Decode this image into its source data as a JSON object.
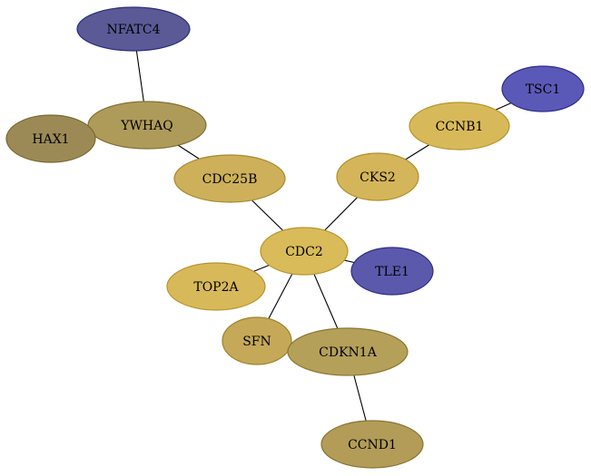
{
  "nodes": [
    {
      "id": "NFATC4",
      "label": "NFATC4",
      "fill": "#5b5a97",
      "stroke": "#2c2c78"
    },
    {
      "id": "YWHAQ",
      "label": "YWHAQ",
      "fill": "#ae9b5a",
      "stroke": "#857030"
    },
    {
      "id": "HAX1",
      "label": "HAX1",
      "fill": "#9c8a56",
      "stroke": "#7a682e"
    },
    {
      "id": "CDC25B",
      "label": "CDC25B",
      "fill": "#cdb059",
      "stroke": "#a8892c"
    },
    {
      "id": "CCNB1",
      "label": "CCNB1",
      "fill": "#d8b95a",
      "stroke": "#b8942c"
    },
    {
      "id": "TSC1",
      "label": "TSC1",
      "fill": "#5b59b8",
      "stroke": "#2f2d8c"
    },
    {
      "id": "CKS2",
      "label": "CKS2",
      "fill": "#d4b55a",
      "stroke": "#b08f2c"
    },
    {
      "id": "CDC2",
      "label": "CDC2",
      "fill": "#d9bb5a",
      "stroke": "#b8962c"
    },
    {
      "id": "TLE1",
      "label": "TLE1",
      "fill": "#5b59ac",
      "stroke": "#2f2d86"
    },
    {
      "id": "TOP2A",
      "label": "TOP2A",
      "fill": "#d8b95a",
      "stroke": "#b8942c"
    },
    {
      "id": "SFN",
      "label": "SFN",
      "fill": "#c5a959",
      "stroke": "#a0832c"
    },
    {
      "id": "CDKN1A",
      "label": "CDKN1A",
      "fill": "#b5a05a",
      "stroke": "#8c7630"
    },
    {
      "id": "CCND1",
      "label": "CCND1",
      "fill": "#b29c58",
      "stroke": "#8a7430"
    }
  ],
  "edges": [
    {
      "source": "NFATC4",
      "target": "YWHAQ"
    },
    {
      "source": "YWHAQ",
      "target": "HAX1"
    },
    {
      "source": "YWHAQ",
      "target": "CDC25B"
    },
    {
      "source": "CDC25B",
      "target": "CDC2"
    },
    {
      "source": "CCNB1",
      "target": "TSC1"
    },
    {
      "source": "CCNB1",
      "target": "CKS2"
    },
    {
      "source": "CKS2",
      "target": "CDC2"
    },
    {
      "source": "CDC2",
      "target": "TLE1"
    },
    {
      "source": "CDC2",
      "target": "TOP2A"
    },
    {
      "source": "CDC2",
      "target": "SFN"
    },
    {
      "source": "CDC2",
      "target": "CDKN1A"
    },
    {
      "source": "CDKN1A",
      "target": "CCND1"
    }
  ]
}
